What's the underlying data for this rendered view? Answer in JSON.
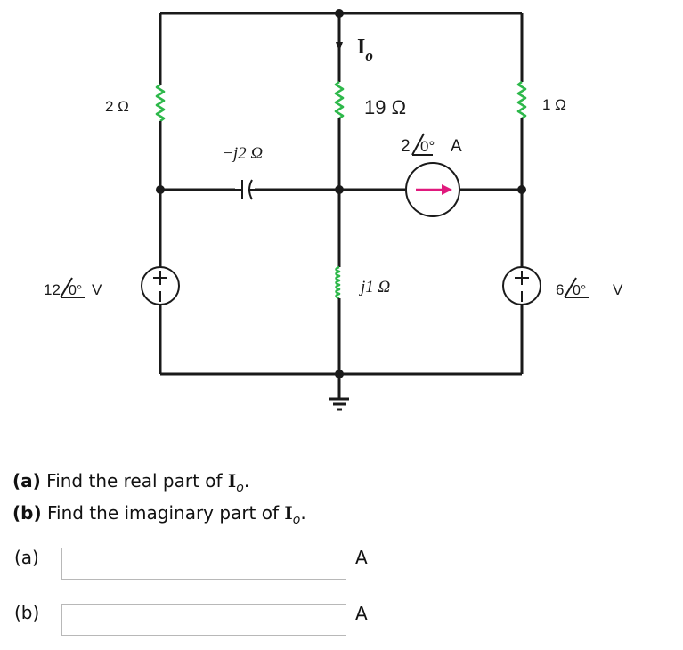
{
  "circuit": {
    "current_label": "I",
    "current_sub": "o",
    "r_left": "2 Ω",
    "r_middle": "19 Ω",
    "r_right": "1 Ω",
    "capacitor": "−j2 Ω",
    "inductor": "j1 Ω",
    "current_source_mag": "2",
    "current_source_ang": "0°",
    "current_source_unit": "A",
    "vsource_left_mag": "12",
    "vsource_left_ang": "0°",
    "vsource_left_unit": "V",
    "vsource_right_mag": "6",
    "vsource_right_ang": "0°",
    "vsource_right_unit": "V",
    "plus": "+",
    "colors": {
      "resistor": "#2db84a",
      "arrow": "#e0197d",
      "wire": "#1a1a1a"
    }
  },
  "questions": {
    "a_tag": "(a)",
    "a_text": " Find the real part of ",
    "b_tag": "(b)",
    "b_text": " Find the imaginary part of ",
    "var": "I",
    "var_sub": "o",
    "period": "."
  },
  "answers": {
    "a_label": "(a)",
    "b_label": "(b)",
    "a_value": "",
    "b_value": "",
    "unit": "A"
  }
}
